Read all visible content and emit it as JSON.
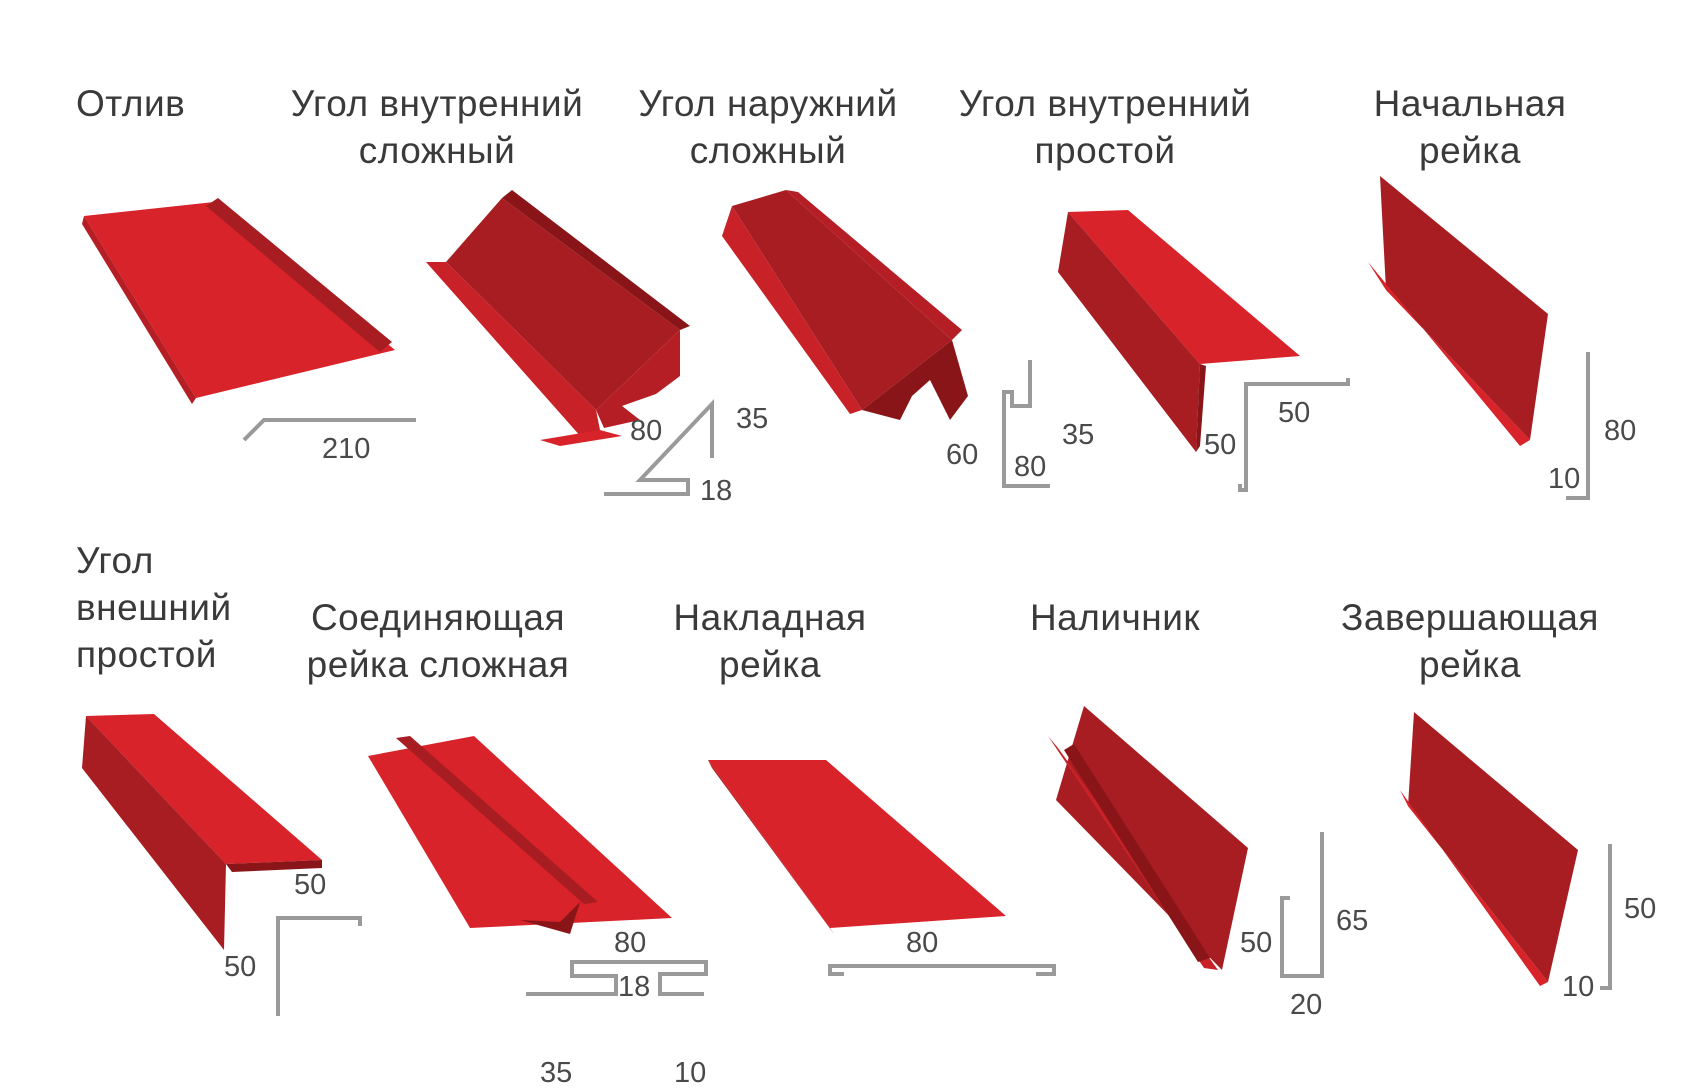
{
  "products": [
    {
      "id": "otliv",
      "title_lines": [
        "Отлив"
      ],
      "dimensions": [
        "210"
      ]
    },
    {
      "id": "ugol-vnutrenniy-slozhnyy",
      "title_lines": [
        "Угол внутренний",
        "сложный"
      ],
      "dimensions": [
        "80",
        "35",
        "18"
      ]
    },
    {
      "id": "ugol-naruzhniy-slozhnyy",
      "title_lines": [
        "Угол наружний",
        "сложный"
      ],
      "dimensions": [
        "60",
        "80",
        "35"
      ]
    },
    {
      "id": "ugol-vnutrenniy-prostoy",
      "title_lines": [
        "Угол внутренний",
        "простой"
      ],
      "dimensions": [
        "50",
        "50"
      ]
    },
    {
      "id": "nachalnaya-reyka",
      "title_lines": [
        "Начальная",
        "рейка"
      ],
      "dimensions": [
        "80",
        "10"
      ]
    },
    {
      "id": "ugol-vneshniy-prostoy",
      "title_lines": [
        "Угол",
        "внешний",
        "простой"
      ],
      "dimensions": [
        "50",
        "50"
      ]
    },
    {
      "id": "soedinyayushchaya-reyka-slozhnaya",
      "title_lines": [
        "Соединяющая",
        "рейка сложная"
      ],
      "dimensions": [
        "80",
        "18",
        "35",
        "10"
      ]
    },
    {
      "id": "nakladnaya-reyka",
      "title_lines": [
        "Накладная",
        "рейка"
      ],
      "dimensions": [
        "80"
      ]
    },
    {
      "id": "nalichnik",
      "title_lines": [
        "Наличник"
      ],
      "dimensions": [
        "50",
        "65",
        "20"
      ]
    },
    {
      "id": "zavershayushchaya-reyka",
      "title_lines": [
        "Завершающая",
        "рейка"
      ],
      "dimensions": [
        "50",
        "10"
      ]
    }
  ],
  "colors": {
    "profile_face": "#d8232a",
    "profile_side": "#a71d22",
    "profile_dark": "#8a1519",
    "section_line": "#9a9a9a",
    "text": "#3a3a3a"
  }
}
